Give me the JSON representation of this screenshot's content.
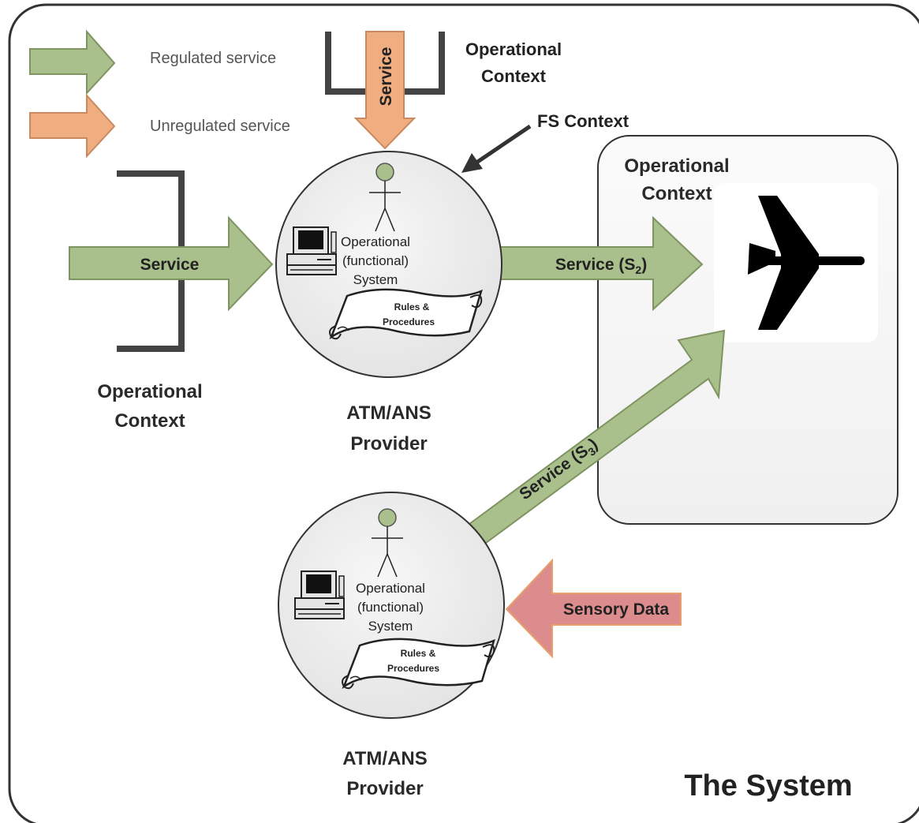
{
  "legend": {
    "regulated_label": "Regulated service",
    "unregulated_label": "Unregulated service"
  },
  "top_context": {
    "service_label": "Service",
    "context_line1": "Operational",
    "context_line2": "Context"
  },
  "fs_context_label": "FS Context",
  "left_context": {
    "service_label": "Service",
    "context_line1": "Operational",
    "context_line2": "Context"
  },
  "provider_top": {
    "system_line1": "Operational",
    "system_line2": "(functional)",
    "system_line3": "System",
    "rules_line1": "Rules &",
    "rules_line2": "Procedures",
    "name_line1": "ATM/ANS",
    "name_line2": "Provider"
  },
  "provider_bottom": {
    "system_line1": "Operational",
    "system_line2": "(functional)",
    "system_line3": "System",
    "rules_line1": "Rules &",
    "rules_line2": "Procedures",
    "name_line1": "ATM/ANS",
    "name_line2": "Provider"
  },
  "service_s2": {
    "text": "Service (S",
    "sub": "2",
    "close": ")"
  },
  "service_s3": {
    "text": "Service (S",
    "sub": "3",
    "close": ")"
  },
  "right_context": {
    "line1": "Operational",
    "line2": "Context"
  },
  "sensory_data_label": "Sensory Data",
  "system_title": "The System",
  "colors": {
    "regulated": "#a9bf8c",
    "unregulated": "#f0ad80",
    "sensory": "#dc8c8c",
    "circle": "#eeeeee",
    "bracket": "#444444"
  }
}
